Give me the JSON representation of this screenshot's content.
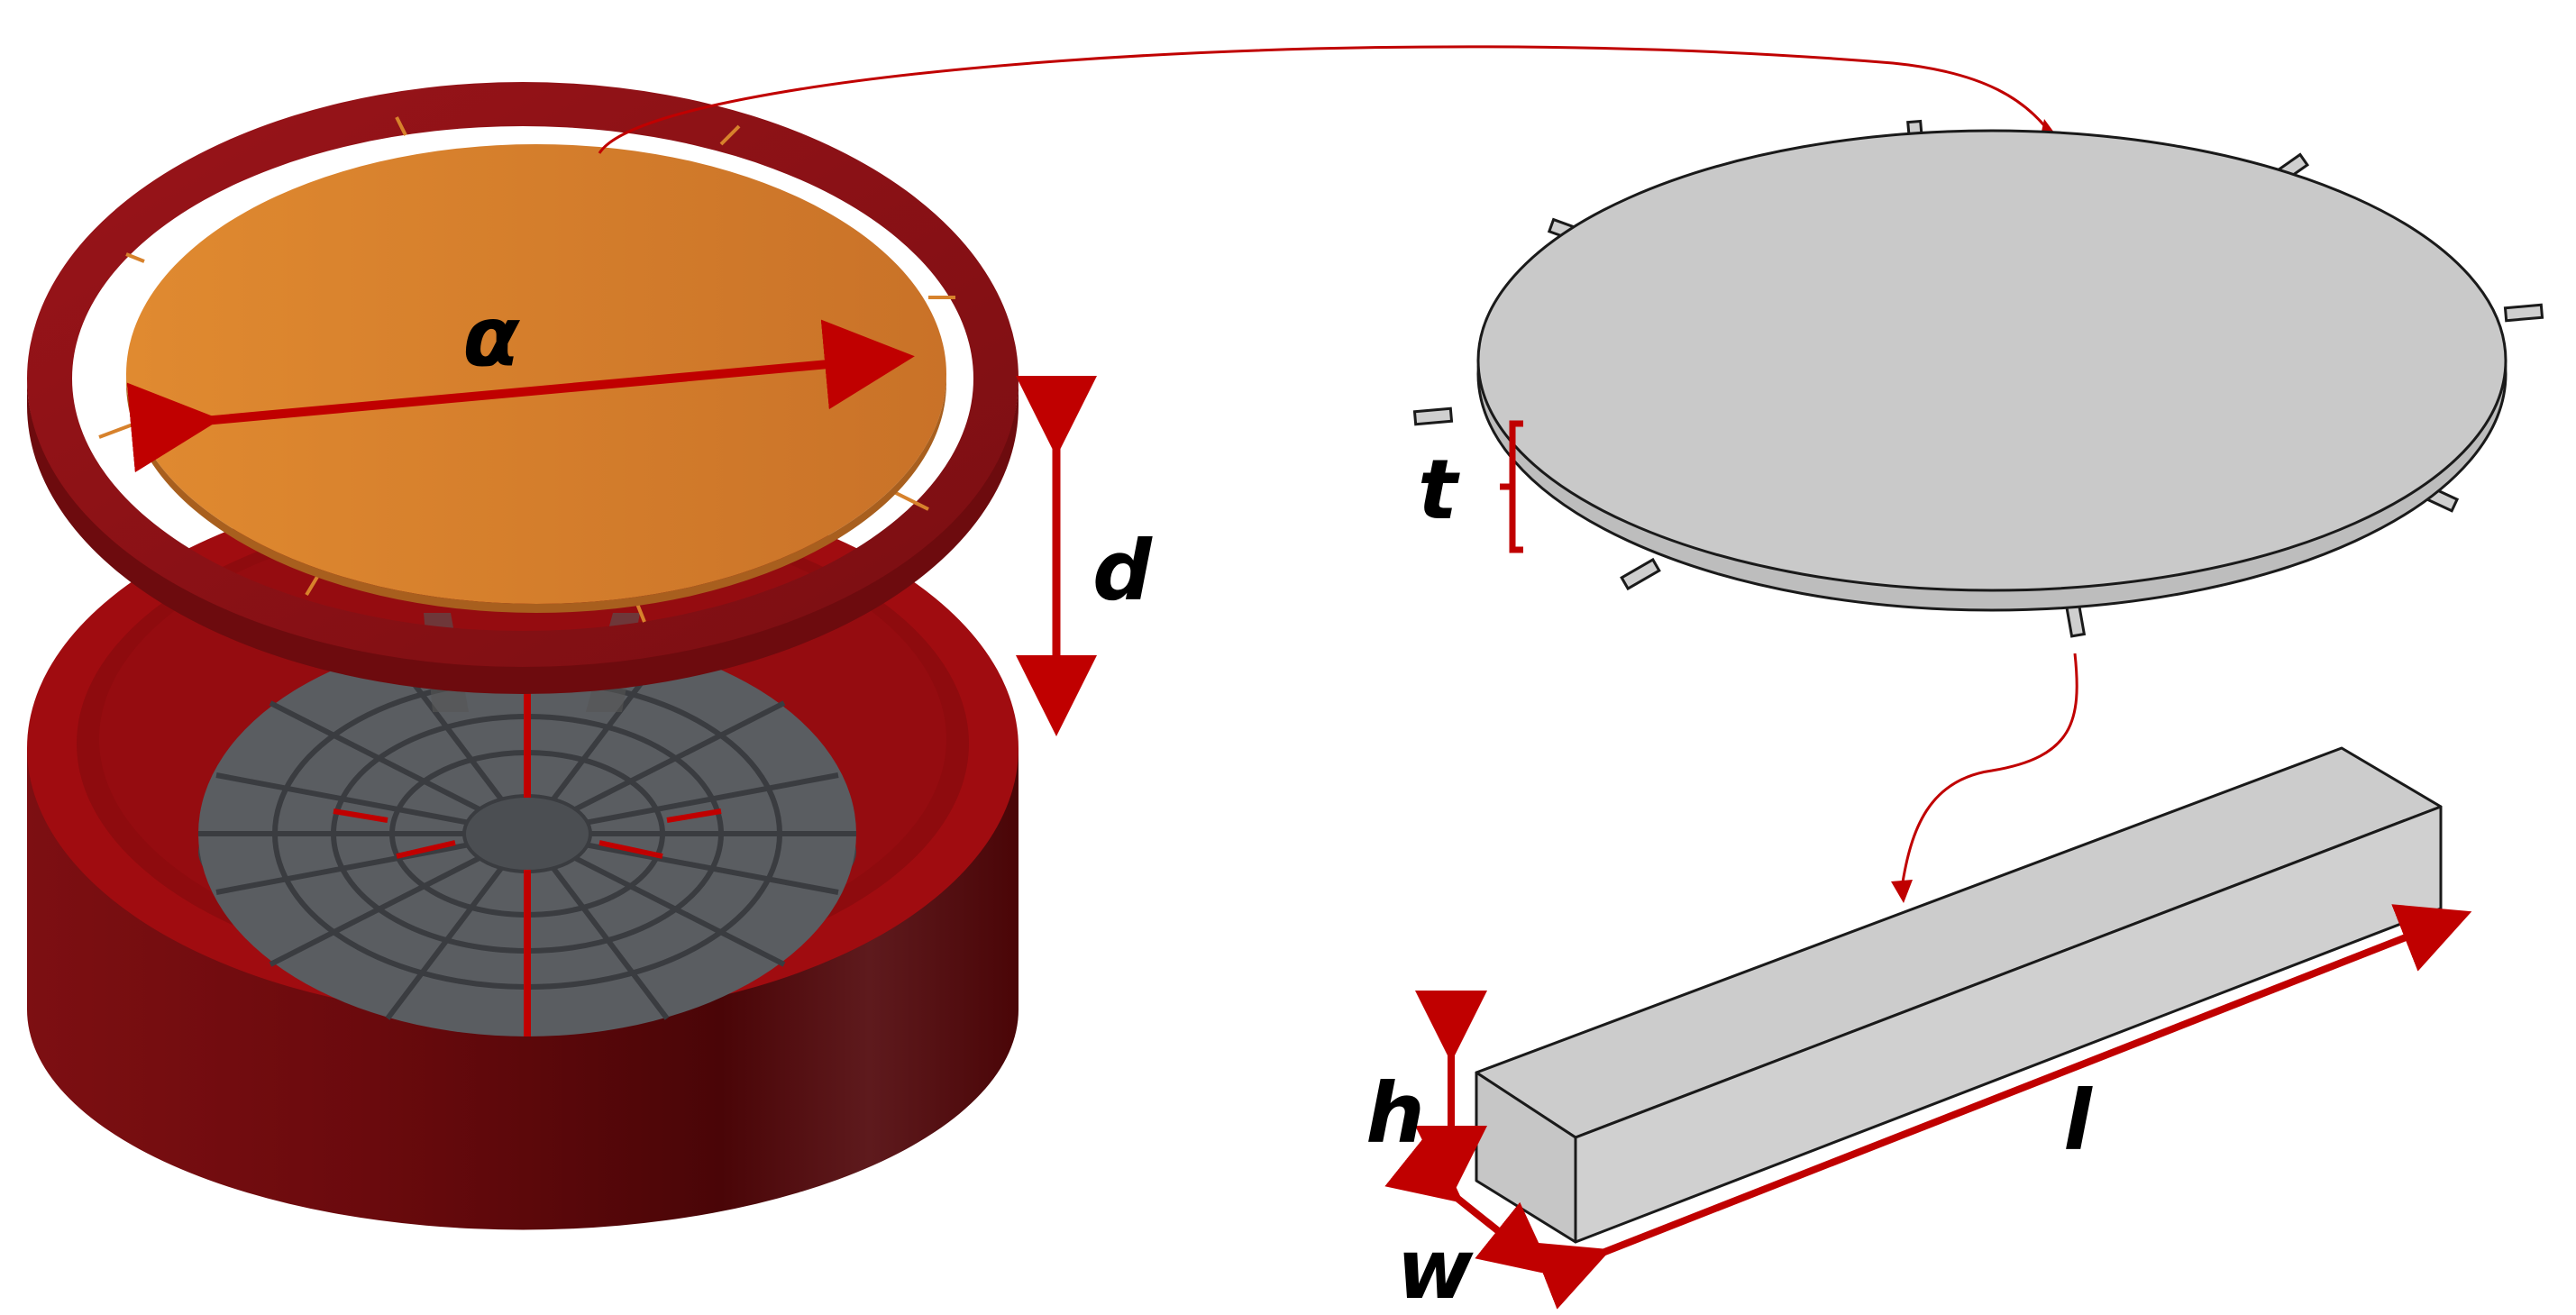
{
  "colors": {
    "accent_red": "#c00000",
    "ring_red": "#8f1318",
    "base_red": "#7a0d10",
    "plate_orange": "#d7822c",
    "electrode_gray": "#5a5d61",
    "membrane_gray": "#c9c9c9",
    "outline": "#1a1a1a"
  },
  "labels": {
    "alpha": "α",
    "d": "d",
    "t": "t",
    "h": "h",
    "w": "w",
    "l": "l"
  },
  "parts": {
    "left": "assembled-device",
    "top_right": "membrane-plate-with-tethers",
    "bottom_right": "rectangular-beam"
  }
}
